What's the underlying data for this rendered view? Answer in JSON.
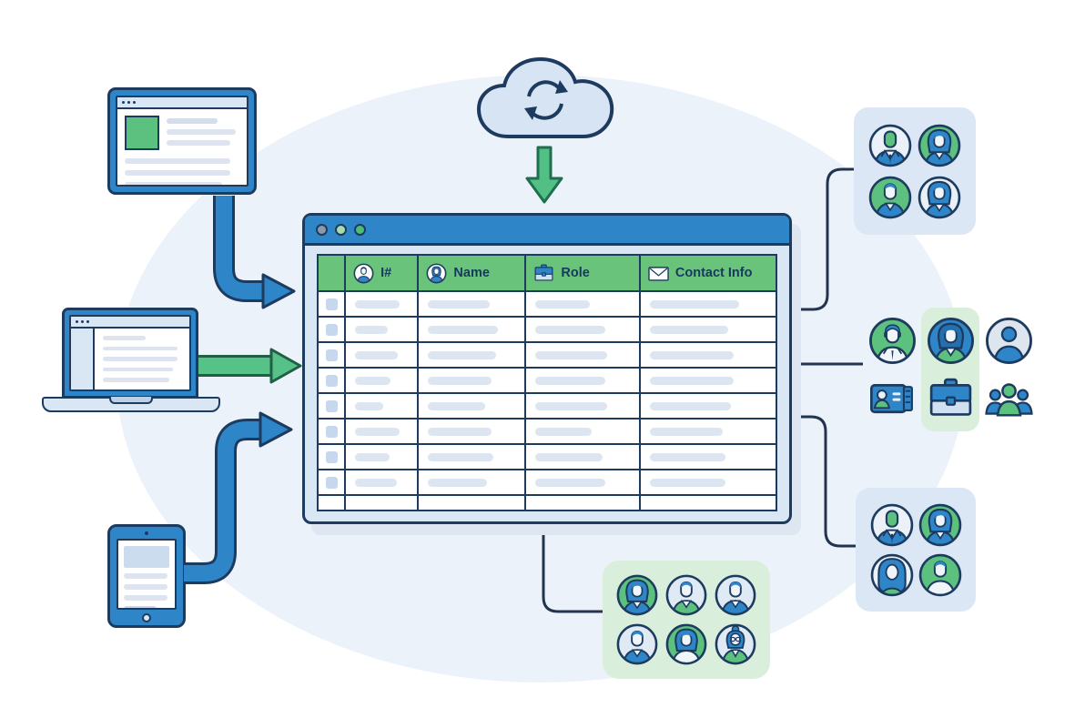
{
  "palette": {
    "blue": "#2e86c9",
    "navy_outline": "#1d3a5f",
    "green": "#5cc17e",
    "header_green": "#69c37b",
    "light_blue_fill": "#d9e6f4",
    "card_blue": "#dbe7f5",
    "card_green": "#d9efdc",
    "pill_gray": "#dde5f0",
    "connector": "#22344f"
  },
  "cloud": {
    "icon": "sync-cloud",
    "arrow": "green-down-arrow"
  },
  "devices": [
    {
      "name": "desktop-browser",
      "arrow": "blue-curved-arrow"
    },
    {
      "name": "laptop",
      "arrow": "green-straight-arrow"
    },
    {
      "name": "tablet",
      "arrow": "blue-s-curve-arrow"
    }
  ],
  "window": {
    "titlebar": {
      "buttons": [
        {
          "name": "window-dot-gray"
        },
        {
          "name": "window-dot-light-green"
        },
        {
          "name": "window-dot-green"
        }
      ]
    },
    "table": {
      "columns": [
        {
          "icon": "",
          "label": ""
        },
        {
          "icon": "i-user-man",
          "label": "I#"
        },
        {
          "icon": "i-user-woman",
          "label": "Name"
        },
        {
          "icon": "i-briefcase",
          "label": "Role"
        },
        {
          "icon": "i-envelope",
          "label": "Contact Info"
        }
      ],
      "rows": [
        {
          "pills": [
            62,
            58,
            48,
            66
          ]
        },
        {
          "pills": [
            46,
            66,
            62,
            58
          ]
        },
        {
          "pills": [
            60,
            64,
            64,
            62
          ]
        },
        {
          "pills": [
            50,
            60,
            62,
            62
          ]
        },
        {
          "pills": [
            40,
            54,
            64,
            60
          ]
        },
        {
          "pills": [
            62,
            60,
            50,
            54
          ]
        },
        {
          "pills": [
            48,
            62,
            60,
            56
          ]
        },
        {
          "pills": [
            58,
            56,
            62,
            56
          ]
        }
      ],
      "empty_row": true
    }
  },
  "avatar_groups": {
    "top_right": {
      "icons": [
        "p-man-suit",
        "p-woman-blue-green",
        "p-man-green",
        "p-woman-blue-light"
      ]
    },
    "middle_right": {
      "icons": [
        "p-man-headset-green",
        "p-woman-green-top-blue",
        "p-silhouette",
        "i-idcard",
        "i-briefcase",
        "i-people"
      ],
      "highlight_column": 2
    },
    "bottom_right": {
      "icons": [
        "p-man-suit",
        "p-woman-blue-green",
        "p-woman-hijab",
        "p-man-white-top-green"
      ]
    },
    "bottom_center": {
      "icons": [
        "p-woman-blue-green",
        "p-man-green-top-light",
        "p-man-blue-light",
        "p-man-blue-light",
        "p-woman-white-green",
        "p-woman-bun"
      ]
    }
  }
}
